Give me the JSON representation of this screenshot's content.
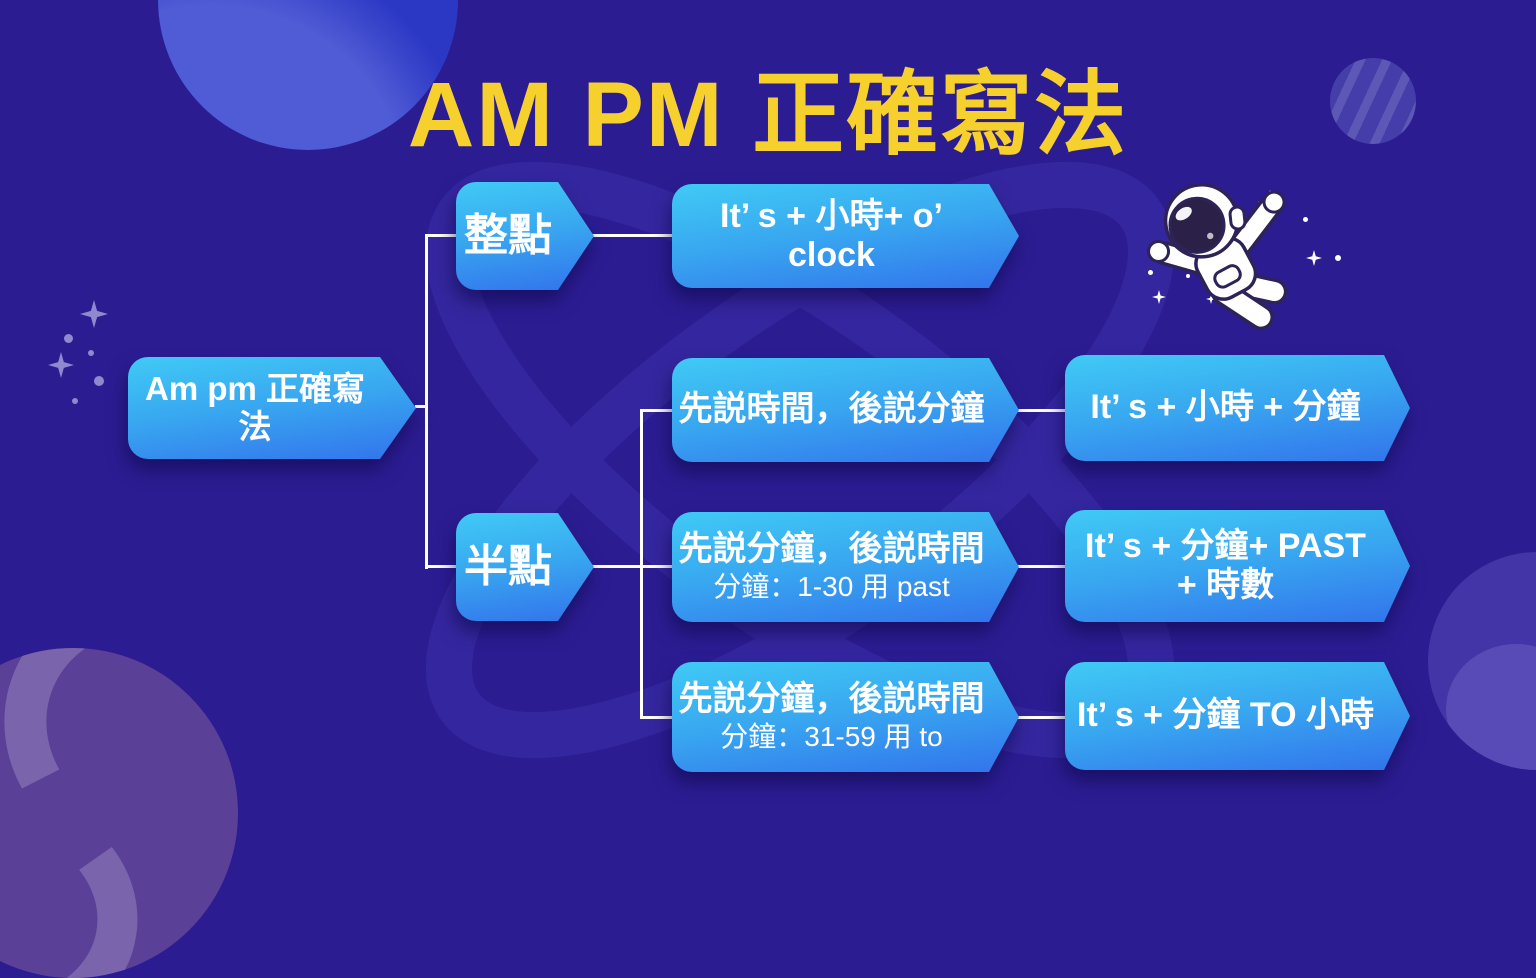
{
  "title": "AM PM 正確寫法",
  "map": {
    "root": {
      "label": "Am pm 正確寫法"
    },
    "whole_hour": {
      "label": "整點",
      "formula": {
        "line1": "It’ s + 小時+ o’ clock"
      }
    },
    "half_hour": {
      "label": "半點",
      "cases": [
        {
          "label": "先説時間，後説分鐘",
          "formula": {
            "line1": "It’ s + 小時 + 分鐘"
          }
        },
        {
          "label": "先説分鐘，後説時間",
          "note": "分鐘：1-30 用 past",
          "formula": {
            "line1": "It’ s + 分鐘+ PAST",
            "line2": "+ 時數"
          }
        },
        {
          "label": "先説分鐘，後説時間",
          "note": "分鐘：31-59 用 to",
          "formula": {
            "line1": "It’ s + 分鐘 TO 小時"
          }
        }
      ]
    }
  },
  "decor": {
    "astronaut": "astronaut-illustration",
    "planets": [
      "planet-top-left",
      "planet-top-right",
      "planet-bottom-left",
      "planet-bottom-right"
    ],
    "background_motif": "atom-swirl",
    "stars": "sparkle-stars"
  },
  "colors": {
    "background": "#2B1C92",
    "node_gradient_top": "#40CAF5",
    "node_gradient_bottom": "#3273EC",
    "title": "#F6D02C",
    "text": "#FFFFFF",
    "connector": "#FFFFFF",
    "star_lavender": "#9189CE"
  }
}
